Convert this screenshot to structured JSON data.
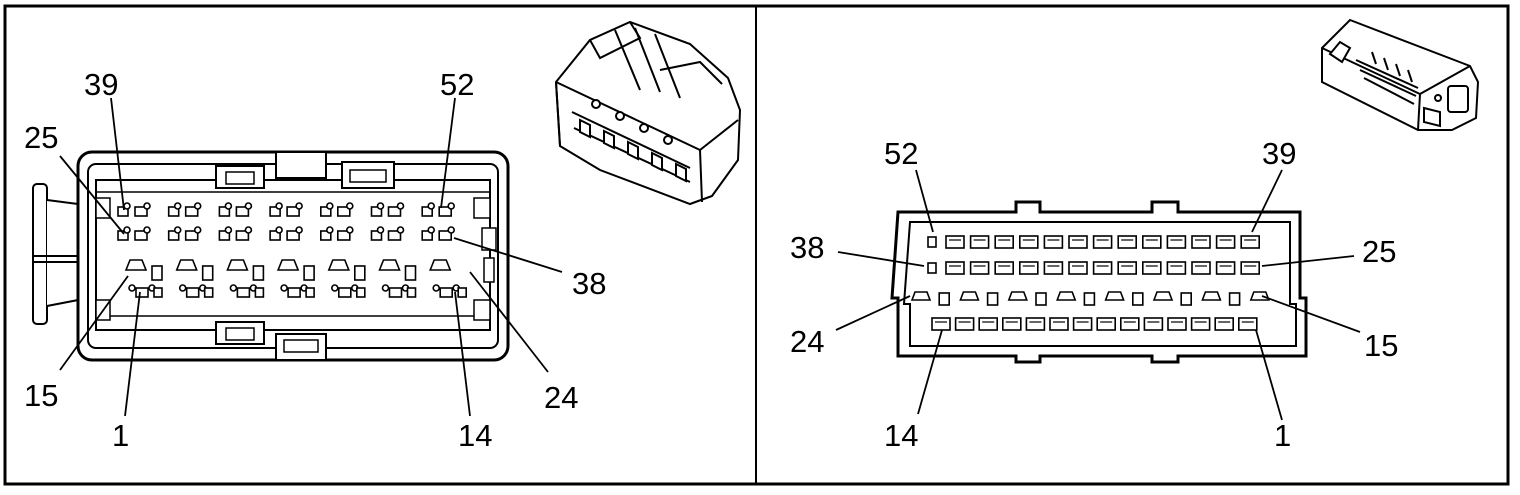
{
  "left_view": {
    "labels": {
      "pin_39": "39",
      "pin_52": "52",
      "pin_25": "25",
      "pin_38": "38",
      "pin_15": "15",
      "pin_1": "1",
      "pin_14": "14",
      "pin_24": "24"
    },
    "thumbnail_icon": "connector-harness-3d-icon"
  },
  "right_view": {
    "labels": {
      "pin_52": "52",
      "pin_39": "39",
      "pin_38": "38",
      "pin_25": "25",
      "pin_24": "24",
      "pin_15": "15",
      "pin_14": "14",
      "pin_1": "1"
    },
    "thumbnail_icon": "connector-header-3d-icon"
  },
  "colors": {
    "line": "#000000",
    "background": "#ffffff"
  }
}
